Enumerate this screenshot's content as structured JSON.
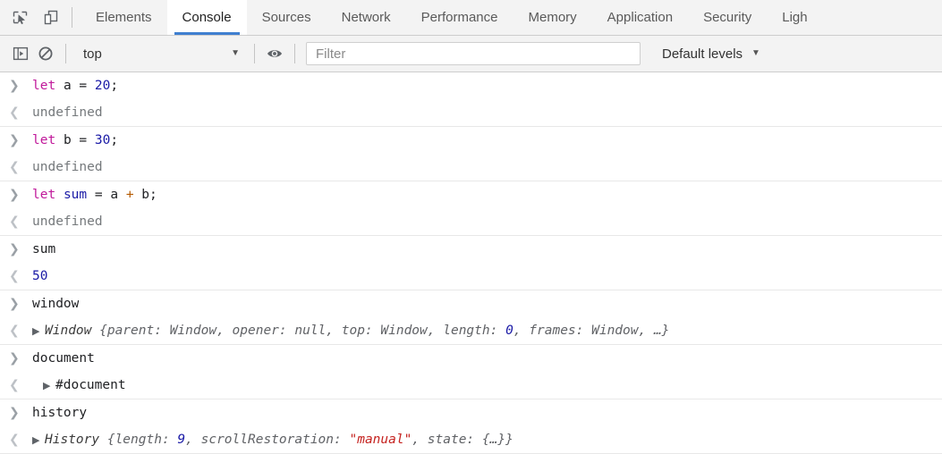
{
  "devtools": {
    "toolbar_icons": [
      {
        "name": "inspect-element-icon",
        "label": "Inspect element"
      },
      {
        "name": "device-toolbar-icon",
        "label": "Toggle device toolbar"
      }
    ],
    "tabs": [
      {
        "label": "Elements",
        "active": false
      },
      {
        "label": "Console",
        "active": true
      },
      {
        "label": "Sources",
        "active": false
      },
      {
        "label": "Network",
        "active": false
      },
      {
        "label": "Performance",
        "active": false
      },
      {
        "label": "Memory",
        "active": false
      },
      {
        "label": "Application",
        "active": false
      },
      {
        "label": "Security",
        "active": false
      },
      {
        "label": "Ligh",
        "active": false
      }
    ],
    "accent_color": "#3f7fd0",
    "toolbar_bg": "#f3f3f3"
  },
  "console_toolbar": {
    "sidebar_toggle": "sidebar-toggle-icon",
    "clear_console": "clear-console-icon",
    "context": "top",
    "context_caret": "▼",
    "eye_icon": "eye-icon",
    "filter_placeholder": "Filter",
    "filter_value": "",
    "levels_label": "Default levels",
    "levels_caret": "▼"
  },
  "console": {
    "input_marker": "❯",
    "output_marker": "❮",
    "expand_marker": "▶",
    "entries": [
      {
        "input": {
          "tokens": [
            {
              "text": "let",
              "cls": "t-kw"
            },
            {
              "text": " ",
              "cls": "t-plain"
            },
            {
              "text": "a",
              "cls": "t-plain"
            },
            {
              "text": " ",
              "cls": "t-plain"
            },
            {
              "text": "=",
              "cls": "t-plain"
            },
            {
              "text": " ",
              "cls": "t-plain"
            },
            {
              "text": "20",
              "cls": "t-num"
            },
            {
              "text": ";",
              "cls": "t-plain"
            }
          ]
        },
        "output": {
          "expandable": false,
          "tokens": [
            {
              "text": "undefined",
              "cls": "t-undef"
            }
          ]
        }
      },
      {
        "input": {
          "tokens": [
            {
              "text": "let",
              "cls": "t-kw"
            },
            {
              "text": " ",
              "cls": "t-plain"
            },
            {
              "text": "b",
              "cls": "t-plain"
            },
            {
              "text": " ",
              "cls": "t-plain"
            },
            {
              "text": "=",
              "cls": "t-plain"
            },
            {
              "text": " ",
              "cls": "t-plain"
            },
            {
              "text": "30",
              "cls": "t-num"
            },
            {
              "text": ";",
              "cls": "t-plain"
            }
          ]
        },
        "output": {
          "expandable": false,
          "tokens": [
            {
              "text": "undefined",
              "cls": "t-undef"
            }
          ]
        }
      },
      {
        "input": {
          "tokens": [
            {
              "text": "let",
              "cls": "t-kw"
            },
            {
              "text": " ",
              "cls": "t-plain"
            },
            {
              "text": "sum",
              "cls": "t-var"
            },
            {
              "text": " ",
              "cls": "t-plain"
            },
            {
              "text": "=",
              "cls": "t-plain"
            },
            {
              "text": " ",
              "cls": "t-plain"
            },
            {
              "text": "a",
              "cls": "t-plain"
            },
            {
              "text": " ",
              "cls": "t-plain"
            },
            {
              "text": "+",
              "cls": "t-op"
            },
            {
              "text": " ",
              "cls": "t-plain"
            },
            {
              "text": "b",
              "cls": "t-plain"
            },
            {
              "text": ";",
              "cls": "t-plain"
            }
          ]
        },
        "output": {
          "expandable": false,
          "tokens": [
            {
              "text": "undefined",
              "cls": "t-undef"
            }
          ]
        }
      },
      {
        "input": {
          "tokens": [
            {
              "text": "sum",
              "cls": "t-plain"
            }
          ]
        },
        "output": {
          "expandable": false,
          "tokens": [
            {
              "text": "50",
              "cls": "t-num"
            }
          ]
        }
      },
      {
        "input": {
          "tokens": [
            {
              "text": "window",
              "cls": "t-plain"
            }
          ]
        },
        "output": {
          "expandable": true,
          "tokens": [
            {
              "text": "Window",
              "cls": "t-objname"
            },
            {
              "text": " {parent: Window, opener: null, top: Window, length: ",
              "cls": "t-obj"
            },
            {
              "text": "0",
              "cls": "t-objnum"
            },
            {
              "text": ", frames: Window, …}",
              "cls": "t-obj"
            }
          ]
        }
      },
      {
        "input": {
          "tokens": [
            {
              "text": "document",
              "cls": "t-plain"
            }
          ]
        },
        "output": {
          "expandable": true,
          "indent": true,
          "tokens": [
            {
              "text": "#document",
              "cls": "t-node"
            }
          ]
        }
      },
      {
        "input": {
          "tokens": [
            {
              "text": "history",
              "cls": "t-plain"
            }
          ]
        },
        "output": {
          "expandable": true,
          "tokens": [
            {
              "text": "History",
              "cls": "t-objname"
            },
            {
              "text": " {length: ",
              "cls": "t-obj"
            },
            {
              "text": "9",
              "cls": "t-objnum"
            },
            {
              "text": ", scrollRestoration: ",
              "cls": "t-obj"
            },
            {
              "text": "\"manual\"",
              "cls": "t-str"
            },
            {
              "text": ", state: {…}}",
              "cls": "t-obj"
            }
          ]
        }
      }
    ]
  }
}
